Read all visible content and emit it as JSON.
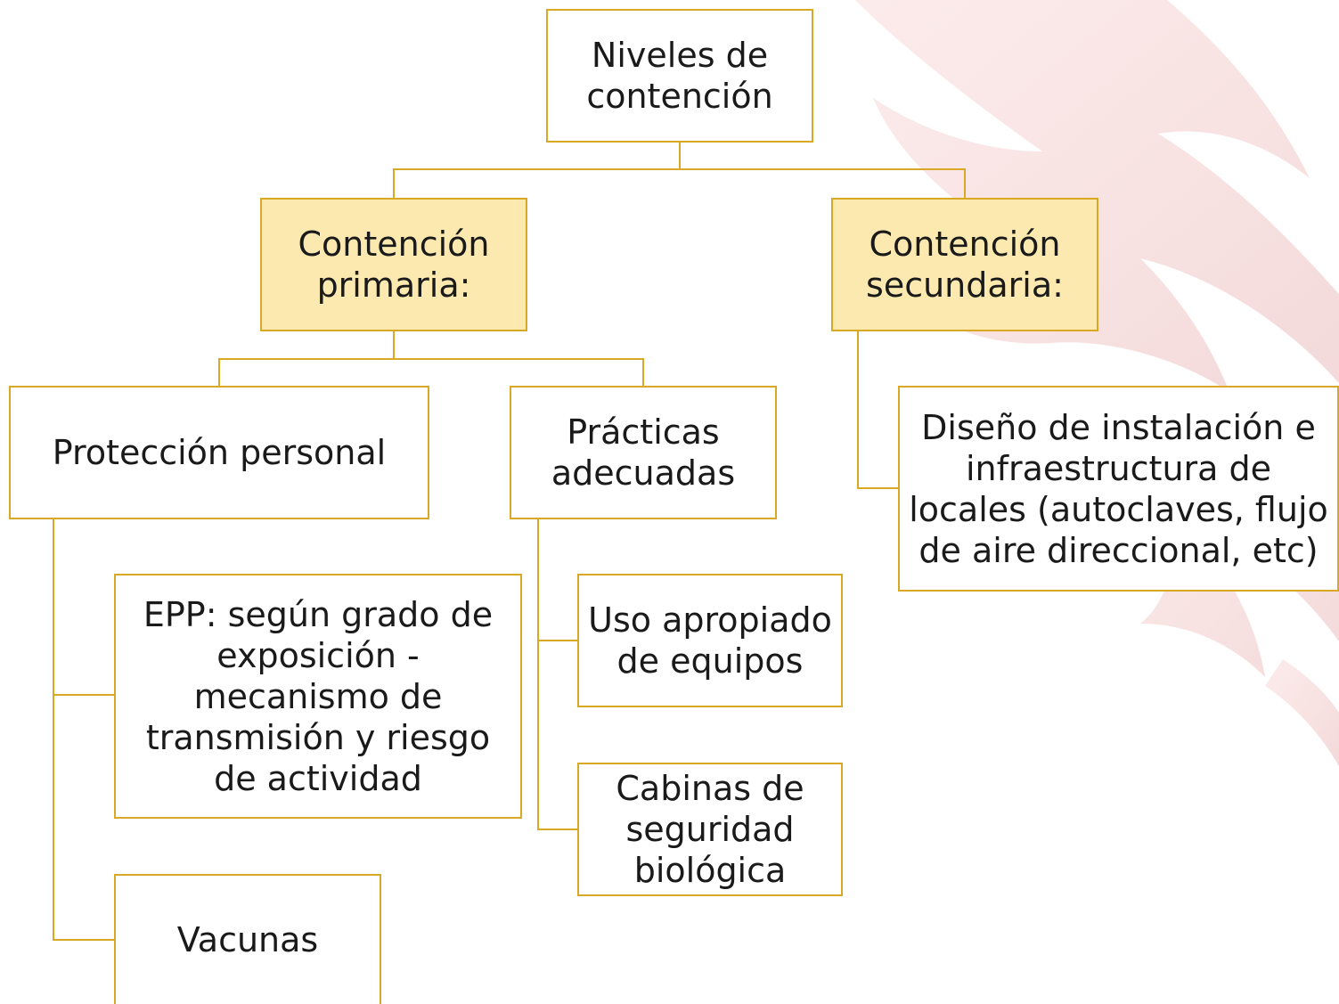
{
  "colors": {
    "border": "#d9a824",
    "connector": "#d9a824",
    "level1_fill": "#fbe9b0",
    "node_fill": "#ffffff",
    "text": "#1a1a1a",
    "watermark": "#c81e1e"
  },
  "nodes": {
    "root": "Niveles de contención",
    "primary": "Contención primaria:",
    "secondary": "Contención secundaria:",
    "personal_protection": "Protección personal",
    "practices": "Prácticas adecuadas",
    "ppe": "EPP: según grado de exposición - mecanismo de transmisión y riesgo de actividad",
    "vaccines": "Vacunas",
    "equipment_use": "Uso apropiado de equipos",
    "biosafety_cabinets": "Cabinas de seguridad biológica",
    "facility_design": "Diseño de instalación e infraestructura de locales (autoclaves, flujo de aire direccional, etc)"
  },
  "watermark_icon": "flame-watermark"
}
